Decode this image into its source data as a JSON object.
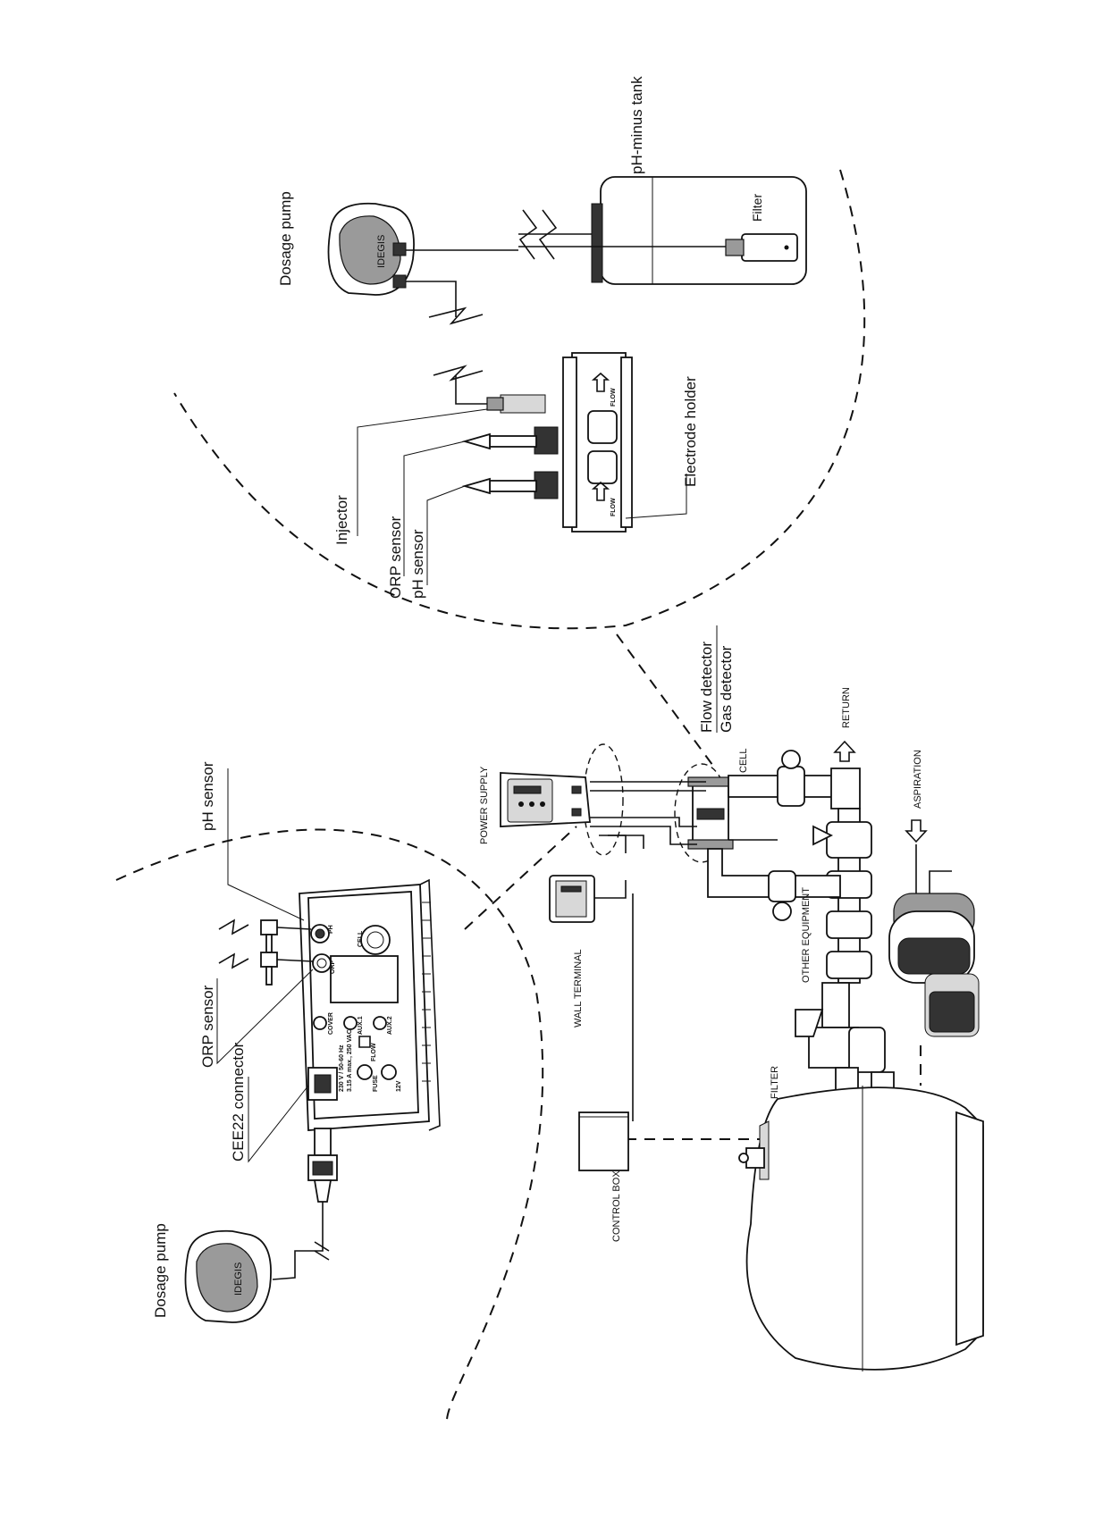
{
  "labels": {
    "ph_minus_tank": "pH-minus tank",
    "tank_filter": "Filter",
    "dosage_pump_right": "Dosage pump",
    "injector": "Injector",
    "orp_sensor_right": "ORP sensor",
    "ph_sensor_right": "pH sensor",
    "electrode_holder": "Electrode holder",
    "flow_word": "FLOW",
    "flow_detector": "Flow detector",
    "gas_detector": "Gas detector",
    "cell": "CELL",
    "return": "RETURN",
    "aspiration": "ASPIRATION",
    "power_supply": "POWER SUPPLY",
    "wall_terminal": "WALL TERMINAL",
    "other_equipment": "OTHER EQUIPMENT",
    "filter": "FILTER",
    "control_box": "CONTROL BOX",
    "ph_sensor_left": "pH sensor",
    "orp_sensor_left": "ORP sensor",
    "cee22_connector": "CEE22 connector",
    "dosage_pump_left": "Dosage pump",
    "brand": "IDEGIS"
  },
  "panel_labels": {
    "ph": "PH",
    "orp": "ORP",
    "cell": "CELL",
    "cover": "COVER",
    "aux1": "AUX.1",
    "aux2": "AUX.2",
    "flow": "FLOW",
    "fuse": "FUSE",
    "v12": "12V",
    "rating": "230 V / 50-60 Hz",
    "rating2": "3.15 A max., 250 VAC"
  },
  "colors": {
    "line": "#111111",
    "background": "#ffffff",
    "grey": "#9a9a9a"
  }
}
